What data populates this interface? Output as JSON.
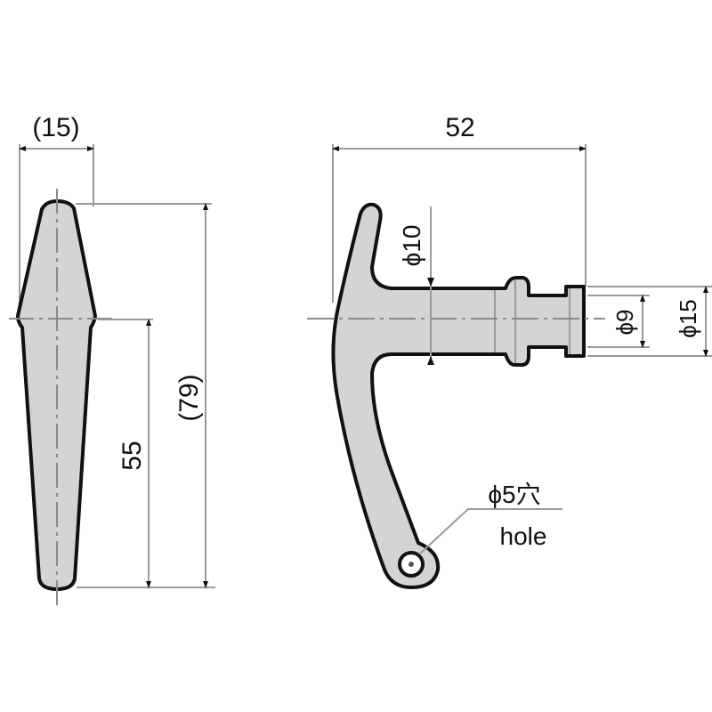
{
  "drawing": {
    "title": "T-handle technical drawing",
    "colors": {
      "outline": "#111111",
      "fill": "#d4d4d4",
      "dimension_line": "#9a9a9a",
      "center_line": "#8a8a8a",
      "text": "#111111",
      "background": "#ffffff"
    }
  },
  "front_view": {
    "width_label": "(15)",
    "overall_height_label": "(79)",
    "lower_height_label": "55"
  },
  "side_view": {
    "overall_width_label": "52",
    "neck_diameter_label": "ϕ10",
    "tip_diameter_label": "ϕ9",
    "flange_diameter_label": "ϕ15",
    "hole_label": "ϕ5穴",
    "hole_label_en": "hole"
  }
}
